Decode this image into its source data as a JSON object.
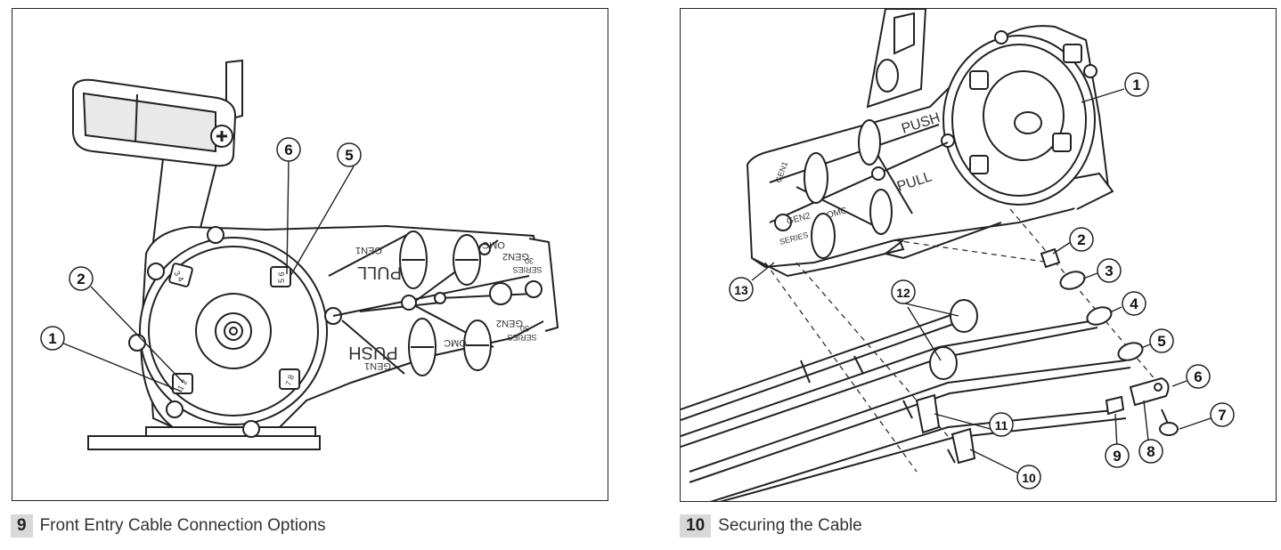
{
  "figure_left": {
    "number": "9",
    "caption": "Front Entry Cable Connection Options",
    "callouts": [
      "1",
      "2",
      "5",
      "6"
    ],
    "housing_text": {
      "pull": "PULL",
      "push": "PUSH",
      "gen1_top": "GEN1",
      "gen1_bottom": "GEN1",
      "omc_top": "OMC",
      "omc_bottom": "OMC",
      "gen2_top": "GEN2",
      "gen2_bottom": "GEN2",
      "series_top": "SERIES",
      "series_bottom": "SERIES",
      "thirty_top": "30",
      "thirty_bottom": "30",
      "hole_34": "3 4",
      "hole_56": "5 6",
      "hole_12": "1 2",
      "hole_78": "7 8"
    }
  },
  "figure_right": {
    "number": "10",
    "caption": "Securing the Cable",
    "callouts": [
      "1",
      "2",
      "3",
      "4",
      "5",
      "6",
      "7",
      "8",
      "9",
      "10",
      "11",
      "12",
      "13"
    ],
    "housing_text": {
      "push": "PUSH",
      "pull": "PULL",
      "gen2": "GEN2",
      "omc": "OMC",
      "series": "SERIES",
      "gen1": "GEN1"
    }
  },
  "colors": {
    "line": "#222222",
    "caption_box": "#d8d8d8"
  }
}
